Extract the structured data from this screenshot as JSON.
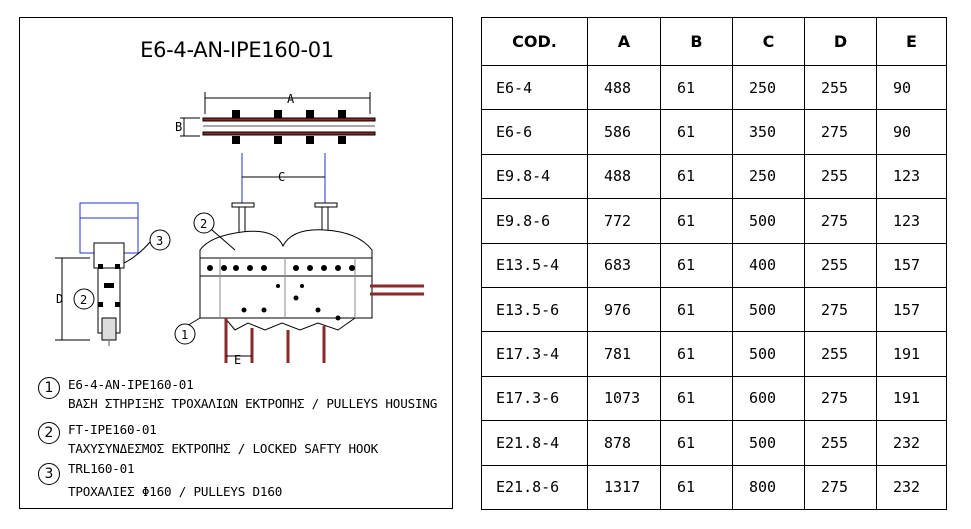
{
  "drawing": {
    "title": "E6-4-AN-IPE160-01",
    "dims": {
      "a": "A",
      "b": "B",
      "c": "C",
      "d": "D",
      "e": "E"
    },
    "callouts": [
      "1",
      "2",
      "3"
    ],
    "legend": [
      {
        "num": "1",
        "line1": "E6-4-AN-IPE160-01",
        "line2": "ΒΑΣΗ ΣΤΗΡΙΞΗΣ ΤΡΟΧΑΛΙΩΝ ΕΚΤΡΟΠΗΣ / PULLEYS HOUSING"
      },
      {
        "num": "2",
        "line1": "FT-IPE160-01",
        "line2": "ΤΑΧΥΣΥΝΔΕΣΜΟΣ ΕΚΤΡΟΠΗΣ / LOCKED SAFTY HOOK"
      },
      {
        "num": "3",
        "line1": "TRL160-01",
        "line2": "ΤΡΟΧΑΛΙΕΣ Φ160 /  PULLEYS D160"
      }
    ]
  },
  "table": {
    "headers": [
      "COD.",
      "A",
      "B",
      "C",
      "D",
      "E"
    ],
    "rows": [
      [
        "E6-4",
        "488",
        "61",
        "250",
        "255",
        "90"
      ],
      [
        "E6-6",
        "586",
        "61",
        "350",
        "275",
        "90"
      ],
      [
        "E9.8-4",
        "488",
        "61",
        "250",
        "255",
        "123"
      ],
      [
        "E9.8-6",
        "772",
        "61",
        "500",
        "275",
        "123"
      ],
      [
        "E13.5-4",
        "683",
        "61",
        "400",
        "255",
        "157"
      ],
      [
        "E13.5-6",
        "976",
        "61",
        "500",
        "275",
        "157"
      ],
      [
        "E17.3-4",
        "781",
        "61",
        "500",
        "255",
        "191"
      ],
      [
        "E17.3-6",
        "1073",
        "61",
        "600",
        "275",
        "191"
      ],
      [
        "E21.8-4",
        "878",
        "61",
        "500",
        "255",
        "232"
      ],
      [
        "E21.8-6",
        "1317",
        "61",
        "800",
        "275",
        "232"
      ]
    ]
  }
}
